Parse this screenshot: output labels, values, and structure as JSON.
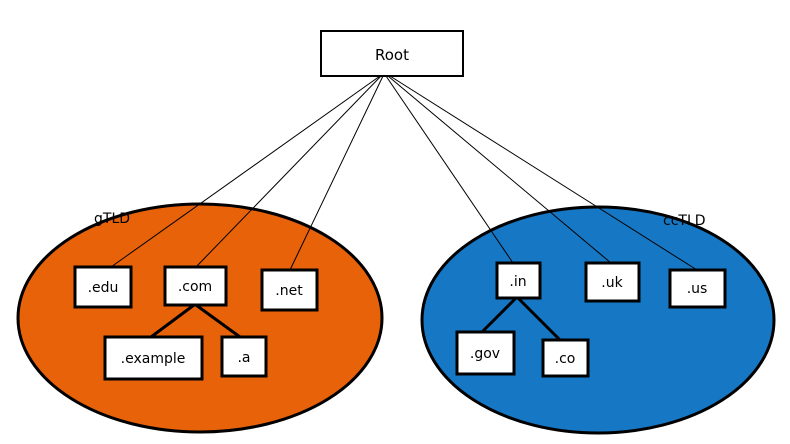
{
  "root": {
    "label": "Root"
  },
  "groups": {
    "gtld": {
      "label": "gTLD",
      "color": "#E8620A",
      "nodes": {
        "edu": ".edu",
        "com": ".com",
        "net": ".net",
        "example": ".example",
        "a": ".a"
      }
    },
    "cctld": {
      "label": "ccTLD",
      "color": "#1677C4",
      "nodes": {
        "in": ".in",
        "uk": ".uk",
        "us": ".us",
        "gov": ".gov",
        "co": ".co"
      }
    }
  },
  "colors": {
    "gtld_fill": "#E8620A",
    "cctld_fill": "#1677C4",
    "outline": "#000000",
    "box_fill": "#FFFFFF"
  }
}
